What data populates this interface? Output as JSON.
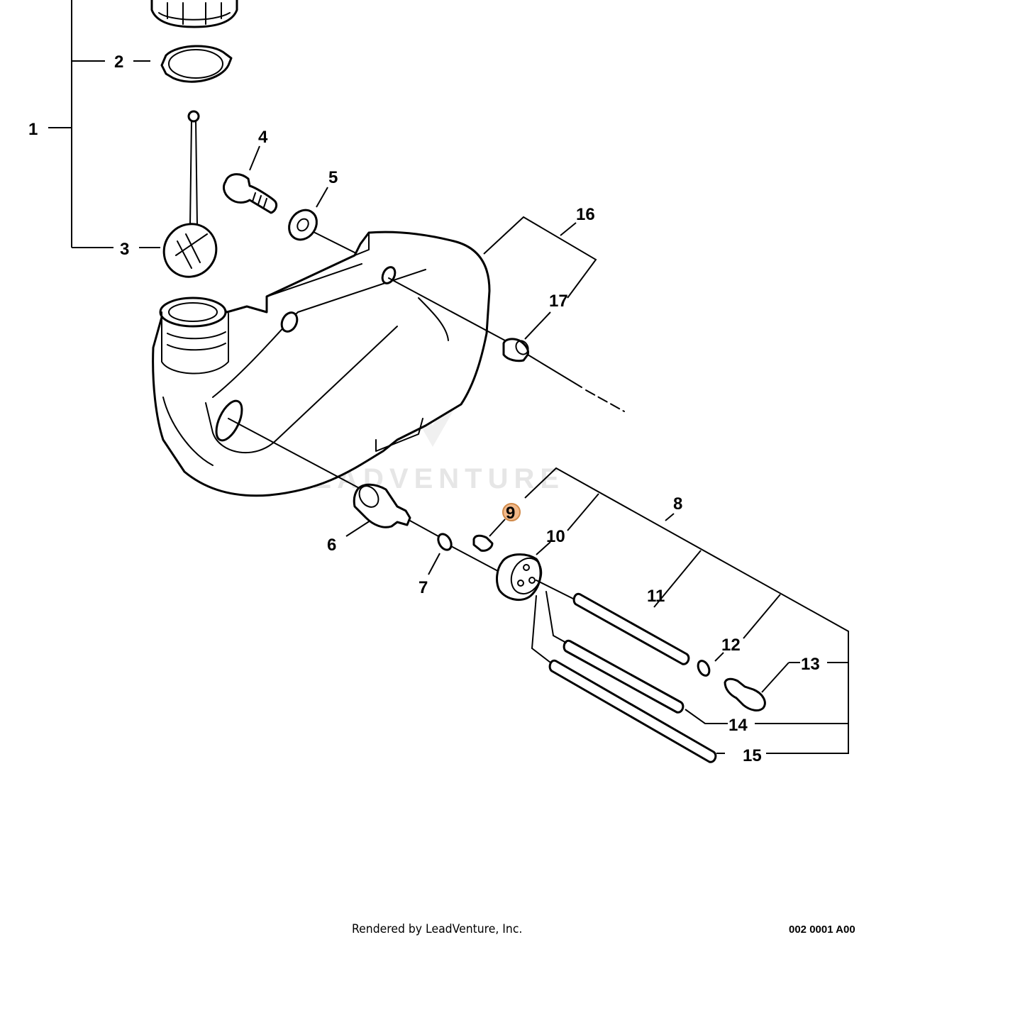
{
  "diagram": {
    "watermark": "LEADVENTURE",
    "callouts": {
      "c1": "1",
      "c2": "2",
      "c3": "3",
      "c4": "4",
      "c5": "5",
      "c6": "6",
      "c7": "7",
      "c8": "8",
      "c9": "9",
      "c10": "10",
      "c11": "11",
      "c12": "12",
      "c13": "13",
      "c14": "14",
      "c15": "15",
      "c16": "16",
      "c17": "17"
    },
    "highlighted_callout": "9",
    "highlight_color": "#f2b98a"
  },
  "footer": {
    "credit": "Rendered by LeadVenture, Inc.",
    "code": "002 0001 A00"
  }
}
